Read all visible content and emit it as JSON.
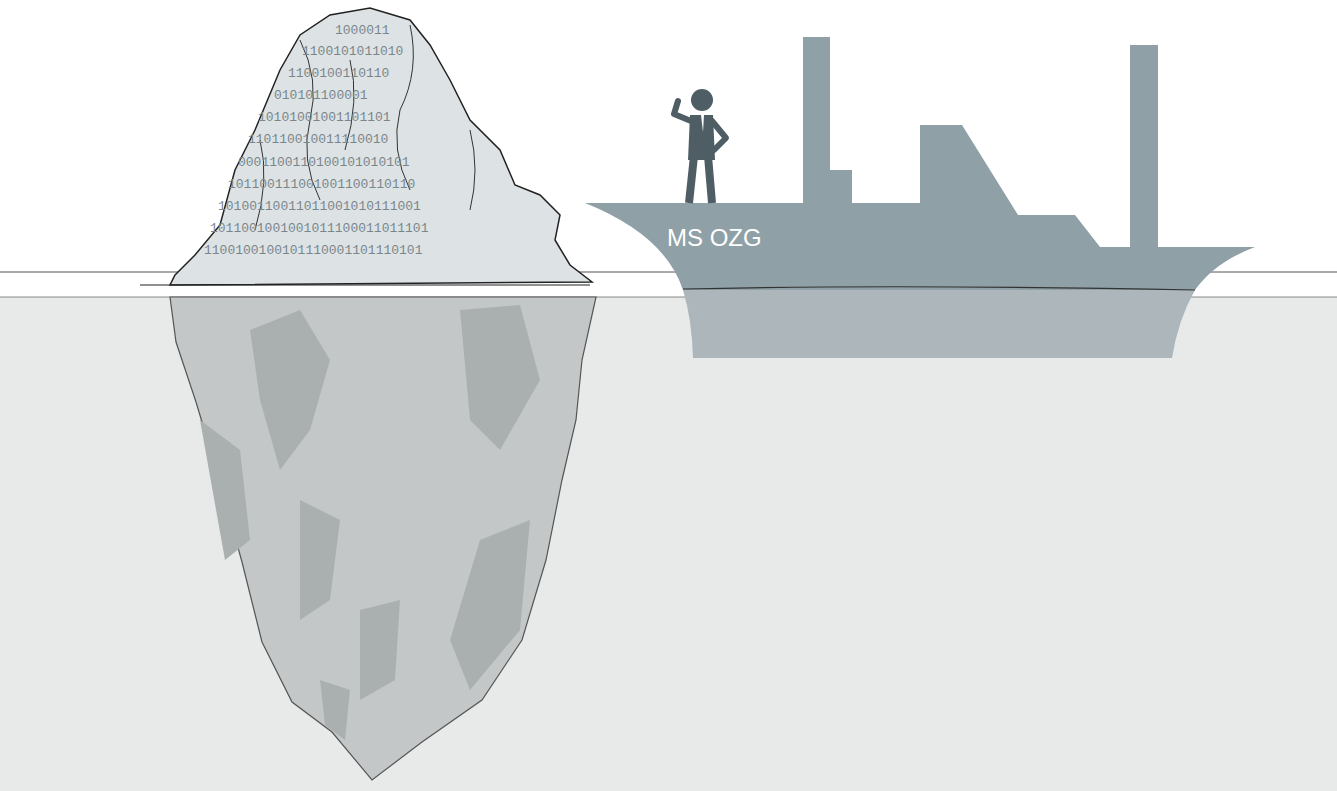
{
  "diagram": {
    "nodes": [
      {
        "text": [
          "MS OZG"
        ]
      }
    ],
    "labels": [
      "1000011",
      "1100101011010",
      "1100100110110",
      "010101100001",
      "10101001001101101",
      "110110010011110010",
      "0001100110100101010101",
      "101100111001001100110110",
      "10100110011011001010111001",
      "1011001001001011100011011101",
      "1100100100101110001101110101"
    ]
  }
}
